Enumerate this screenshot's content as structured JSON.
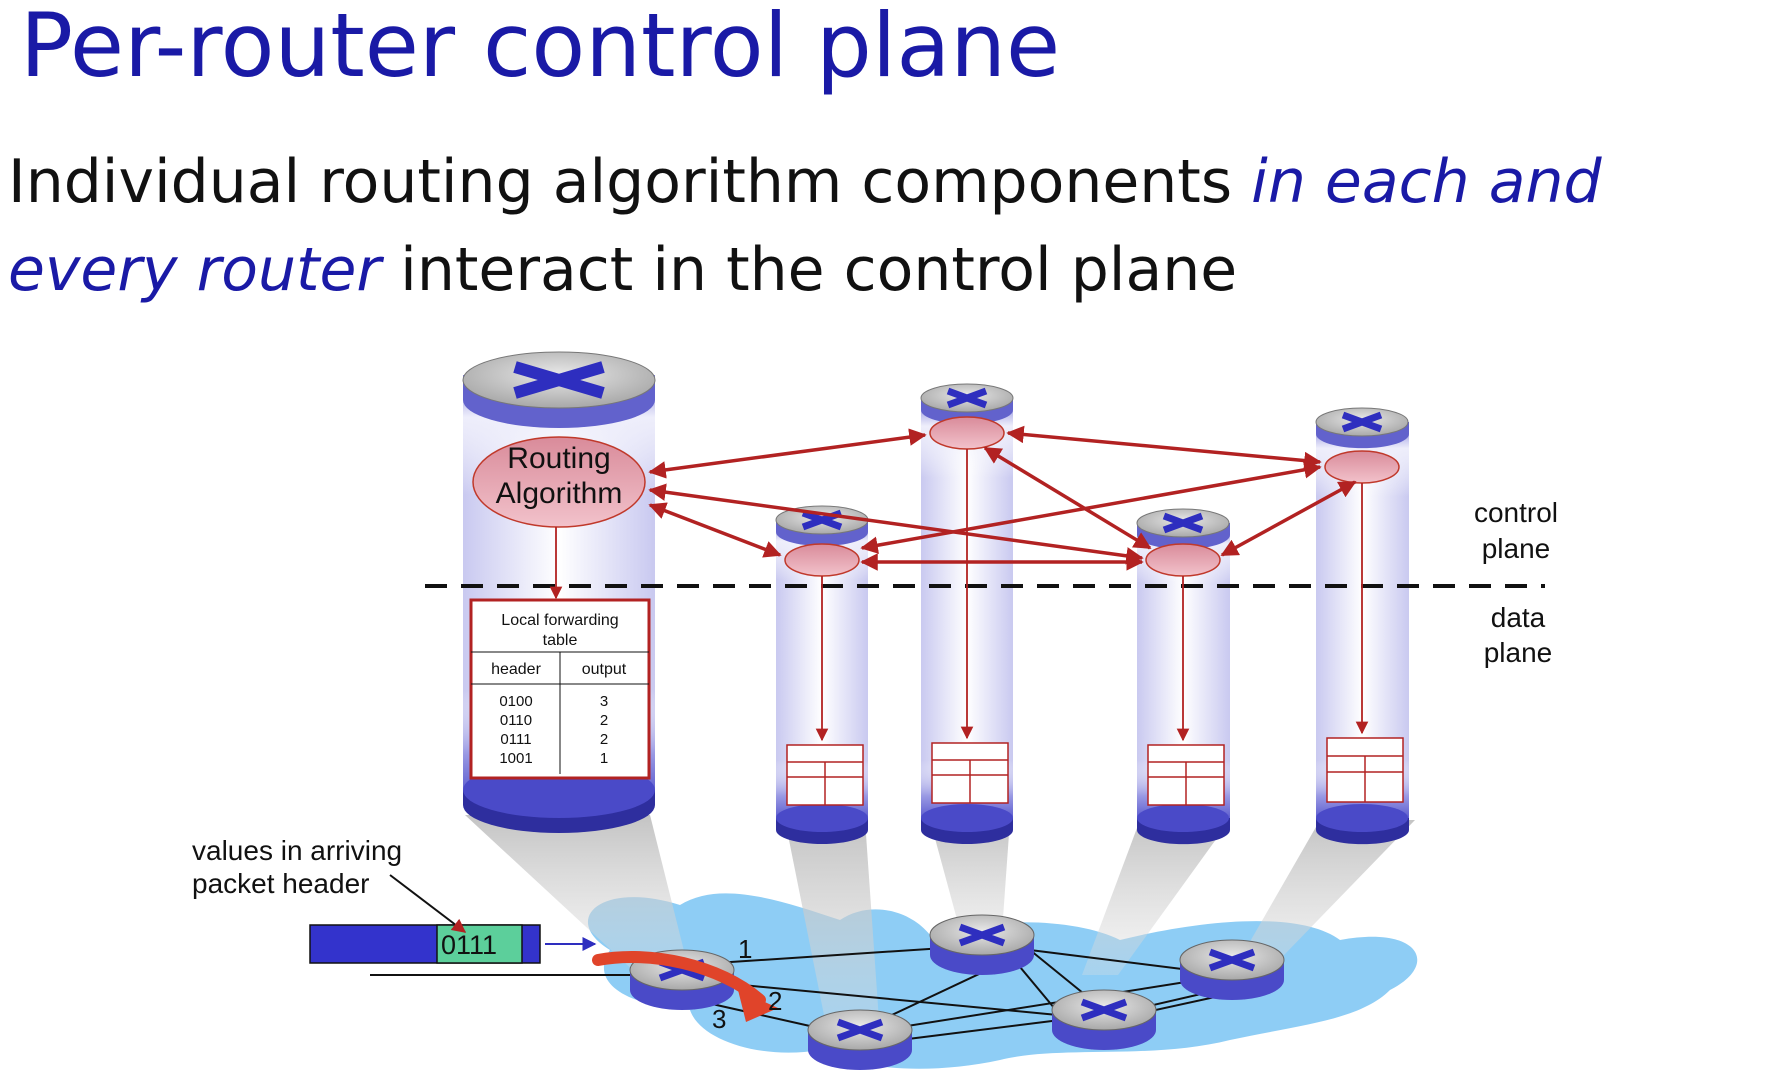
{
  "slide": {
    "title": "Per-router control plane",
    "subtitle_part1": "Individual routing algorithm components ",
    "subtitle_emphasis": "in each and every router",
    "subtitle_part2": " interact in the control plane"
  },
  "diagram": {
    "routing_algorithm": [
      "Routing",
      "Algorithm"
    ],
    "forwarding_table": {
      "title": [
        "Local forwarding",
        "table"
      ],
      "headers": [
        "header",
        "output"
      ],
      "rows": [
        [
          "0100",
          "3"
        ],
        [
          "0110",
          "2"
        ],
        [
          "0111",
          "2"
        ],
        [
          "1001",
          "1"
        ]
      ]
    },
    "plane_labels": {
      "control": [
        "control",
        "plane"
      ],
      "data": [
        "data",
        "plane"
      ]
    },
    "packet": {
      "caption": [
        "values in arriving",
        "packet header"
      ],
      "header_value": "0111"
    },
    "port_labels": [
      "1",
      "2",
      "3"
    ],
    "colors": {
      "title": "#1a1aa6",
      "arrow": "#b22222",
      "router": "#2e2ebf",
      "network": "#8ecdf5",
      "packet_body": "#3333cc",
      "packet_header": "#5ccf9b"
    }
  }
}
